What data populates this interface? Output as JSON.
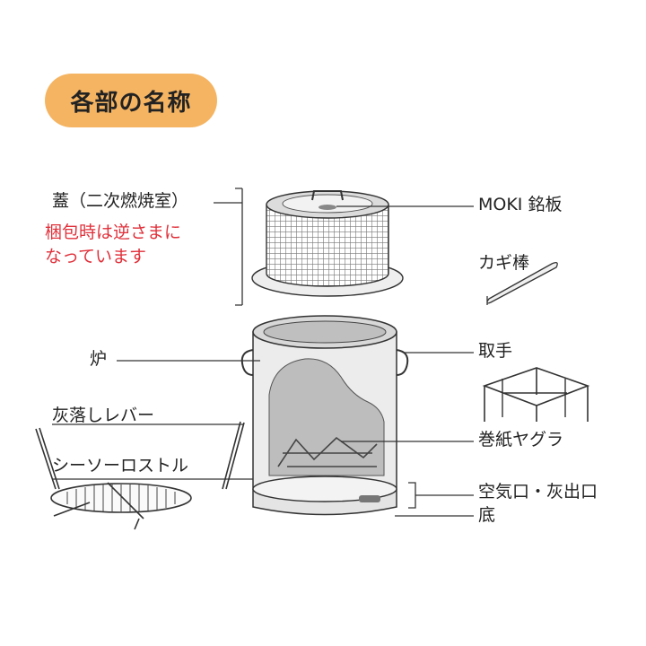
{
  "title": "各部の名称",
  "labels": {
    "lid": "蓋（二次燃焼室）",
    "lid_note_line1": "梱包時は逆さまに",
    "lid_note_line2": "なっています",
    "nameplate": "MOKI 銘板",
    "hook_rod": "カギ棒",
    "handle": "取手",
    "furnace": "炉",
    "ash_lever": "灰落しレバー",
    "grate": "シーソーロストル",
    "paper_rack": "巻紙ヤグラ",
    "air_inlet": "空気口・灰出口",
    "bottom": "底"
  },
  "colors": {
    "badge": "#f5b462",
    "note": "#e0303a",
    "line": "#333333",
    "metal": "#e6e6e6",
    "dark_inside": "#cfcfcf"
  }
}
